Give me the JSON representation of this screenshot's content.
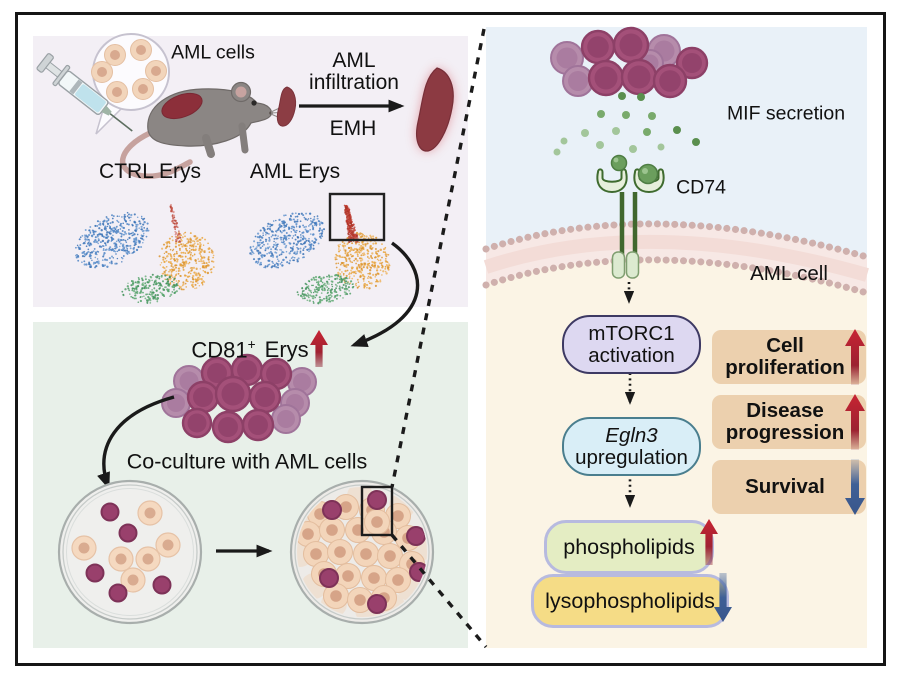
{
  "panels": {
    "top_left": {
      "aml_cells_label": "AML cells",
      "infiltration_line1": "AML",
      "infiltration_line2": "infiltration",
      "emh_label": "EMH",
      "ctrl_umap_title": "CTRL Erys",
      "aml_umap_title": "AML Erys"
    },
    "bottom_left": {
      "cd81_prefix": "CD81",
      "cd81_sup": "+",
      "cd81_suffix": "Erys",
      "co_culture_label": "Co-culture with AML cells"
    },
    "right": {
      "mif_label": "MIF secretion",
      "cd74_label": "CD74",
      "aml_cell_label": "AML cell",
      "mtorc1_line1": "mTORC1",
      "mtorc1_line2": "activation",
      "egln3_line1": "Egln3",
      "egln3_line2": "upregulation",
      "phospholipids_label": "phospholipids",
      "lysophospholipids_label": "lysophospholipids",
      "outcomes": [
        {
          "label": "Cell proliferation",
          "direction": "up"
        },
        {
          "label": "Disease progression",
          "direction": "up"
        },
        {
          "label": "Survival",
          "direction": "down"
        }
      ]
    }
  },
  "colors": {
    "up_arrow_red": "#c72433",
    "down_arrow_blue": "#3f6096",
    "panel_lavender": "#f3eff5",
    "panel_green": "#e8f0e9",
    "cell_exterior_blue": "#e9f1f8",
    "cell_interior_cream": "#fbf4e5",
    "erythroid_cell": "#9b4573",
    "mif_dot_green": "#5a8f4e",
    "outcome_box_peach": "#ecd0ae"
  }
}
